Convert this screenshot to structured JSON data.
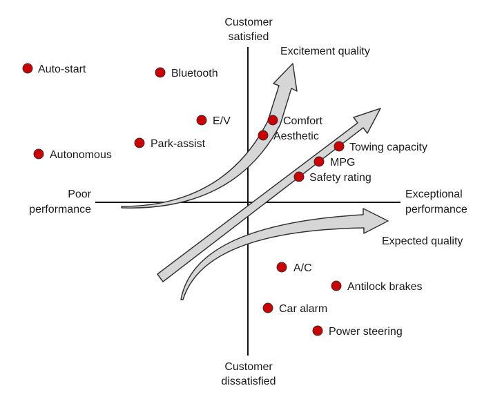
{
  "axes": {
    "top": [
      "Customer",
      "satisfied"
    ],
    "bottom": [
      "Customer",
      "dissatisfied"
    ],
    "left": [
      "Poor",
      "performance"
    ],
    "right": [
      "Exceptional",
      "performance"
    ]
  },
  "curves": {
    "excitement": "Excitement quality",
    "expected": "Expected quality"
  },
  "colors": {
    "point": "#cc0000",
    "arrow_fill": "#d6d6d6",
    "arrow_stroke": "#333333",
    "axis": "#111111"
  },
  "points": [
    {
      "label": "Auto-start"
    },
    {
      "label": "Bluetooth"
    },
    {
      "label": "E/V"
    },
    {
      "label": "Park-assist"
    },
    {
      "label": "Autonomous"
    },
    {
      "label": "Comfort"
    },
    {
      "label": "Aesthetic"
    },
    {
      "label": "Towing capacity"
    },
    {
      "label": "MPG"
    },
    {
      "label": "Safety rating"
    },
    {
      "label": "A/C"
    },
    {
      "label": "Antilock brakes"
    },
    {
      "label": "Car alarm"
    },
    {
      "label": "Power steering"
    }
  ]
}
